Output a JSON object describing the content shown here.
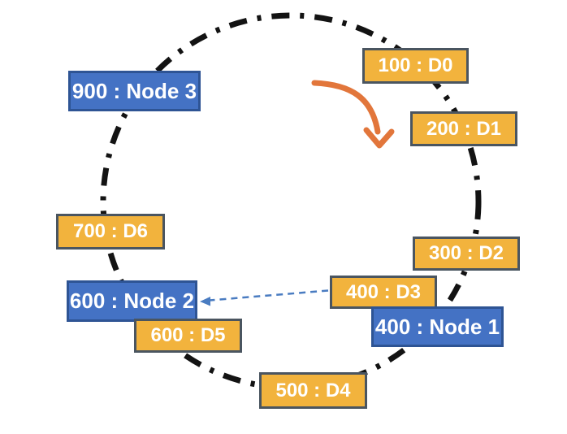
{
  "diagram": {
    "type": "consistent-hashing-ring",
    "boxes": {
      "d0": "100 : D0",
      "d1": "200 : D1",
      "d2": "300 : D2",
      "d3": "400 : D3",
      "d4": "500 : D4",
      "d5": "600 : D5",
      "d6": "700 : D6",
      "node1": "400 : Node 1",
      "node2": "600 : Node 2",
      "node3": "900 : Node 3"
    },
    "icons": {
      "ring_circle": "dash-dot-ring-circle",
      "direction_arrow": "clockwise-direction-arrow",
      "mapping_arrow": "d3-to-node2-dashed-arrow"
    }
  },
  "colors": {
    "background": "#FFFFFF",
    "data_box_fill": "#F2B33D",
    "data_box_border": "#4A5560",
    "node_box_fill": "#4472C4",
    "node_box_border": "#2E5494",
    "ring_stroke": "#131313",
    "direction_arrow": "#E2763B",
    "mapping_arrow": "#4A7CC1",
    "label_text": "#FFFFFF"
  }
}
